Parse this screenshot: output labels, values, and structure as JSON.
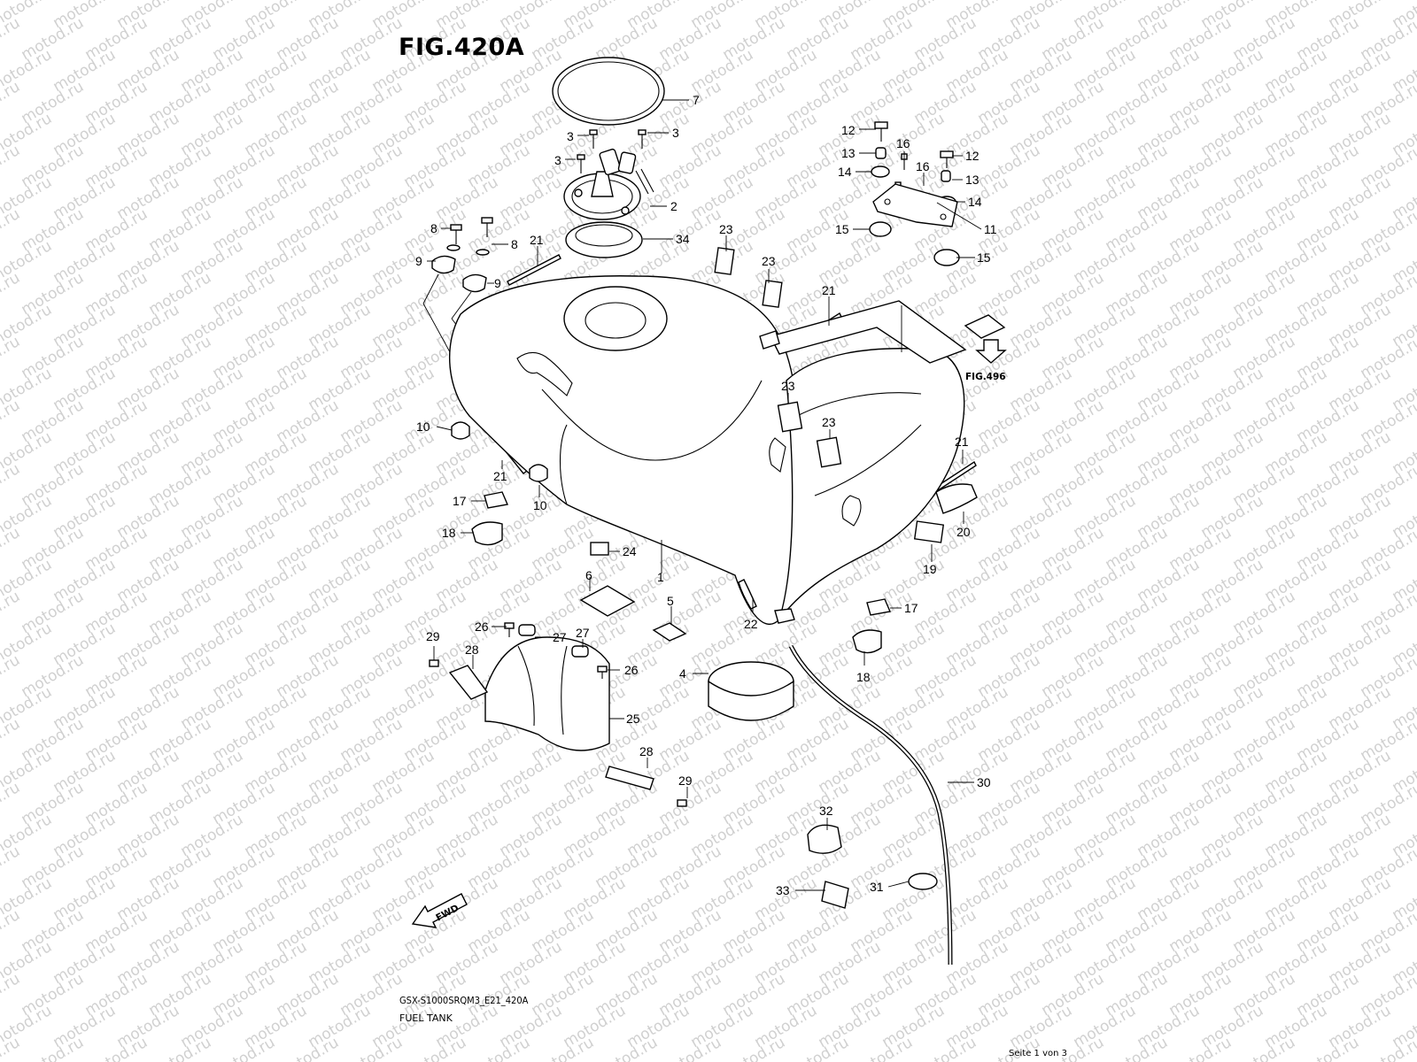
{
  "header": {
    "figure_title": "FIG.420A"
  },
  "footer": {
    "model_code": "GSX-S1000SRQM3_E21_420A",
    "section_name": "FUEL TANK",
    "page_indicator": "Seite 1 von 3"
  },
  "watermark": {
    "text": "motod.ru",
    "color": "#d0d0d0"
  },
  "references": {
    "fig496": "FIG.496",
    "fwd": "FWD"
  },
  "callouts": [
    {
      "id": "c1",
      "label": "1"
    },
    {
      "id": "c2",
      "label": "2"
    },
    {
      "id": "c3a",
      "label": "3"
    },
    {
      "id": "c3b",
      "label": "3"
    },
    {
      "id": "c3c",
      "label": "3"
    },
    {
      "id": "c4",
      "label": "4"
    },
    {
      "id": "c5",
      "label": "5"
    },
    {
      "id": "c6",
      "label": "6"
    },
    {
      "id": "c7",
      "label": "7"
    },
    {
      "id": "c8a",
      "label": "8"
    },
    {
      "id": "c8b",
      "label": "8"
    },
    {
      "id": "c9a",
      "label": "9"
    },
    {
      "id": "c9b",
      "label": "9"
    },
    {
      "id": "c10a",
      "label": "10"
    },
    {
      "id": "c10b",
      "label": "10"
    },
    {
      "id": "c11",
      "label": "11"
    },
    {
      "id": "c12a",
      "label": "12"
    },
    {
      "id": "c12b",
      "label": "12"
    },
    {
      "id": "c13a",
      "label": "13"
    },
    {
      "id": "c13b",
      "label": "13"
    },
    {
      "id": "c14a",
      "label": "14"
    },
    {
      "id": "c14b",
      "label": "14"
    },
    {
      "id": "c15a",
      "label": "15"
    },
    {
      "id": "c15b",
      "label": "15"
    },
    {
      "id": "c16a",
      "label": "16"
    },
    {
      "id": "c16b",
      "label": "16"
    },
    {
      "id": "c17a",
      "label": "17"
    },
    {
      "id": "c17b",
      "label": "17"
    },
    {
      "id": "c18a",
      "label": "18"
    },
    {
      "id": "c18b",
      "label": "18"
    },
    {
      "id": "c19",
      "label": "19"
    },
    {
      "id": "c20",
      "label": "20"
    },
    {
      "id": "c21a",
      "label": "21"
    },
    {
      "id": "c21b",
      "label": "21"
    },
    {
      "id": "c21c",
      "label": "21"
    },
    {
      "id": "c21d",
      "label": "21"
    },
    {
      "id": "c22",
      "label": "22"
    },
    {
      "id": "c23a",
      "label": "23"
    },
    {
      "id": "c23b",
      "label": "23"
    },
    {
      "id": "c23c",
      "label": "23"
    },
    {
      "id": "c23d",
      "label": "23"
    },
    {
      "id": "c24",
      "label": "24"
    },
    {
      "id": "c25",
      "label": "25"
    },
    {
      "id": "c26a",
      "label": "26"
    },
    {
      "id": "c26b",
      "label": "26"
    },
    {
      "id": "c27a",
      "label": "27"
    },
    {
      "id": "c27b",
      "label": "27"
    },
    {
      "id": "c28a",
      "label": "28"
    },
    {
      "id": "c28b",
      "label": "28"
    },
    {
      "id": "c29a",
      "label": "29"
    },
    {
      "id": "c29b",
      "label": "29"
    },
    {
      "id": "c30",
      "label": "30"
    },
    {
      "id": "c31",
      "label": "31"
    },
    {
      "id": "c32",
      "label": "32"
    },
    {
      "id": "c33",
      "label": "33"
    },
    {
      "id": "c34",
      "label": "34"
    }
  ]
}
